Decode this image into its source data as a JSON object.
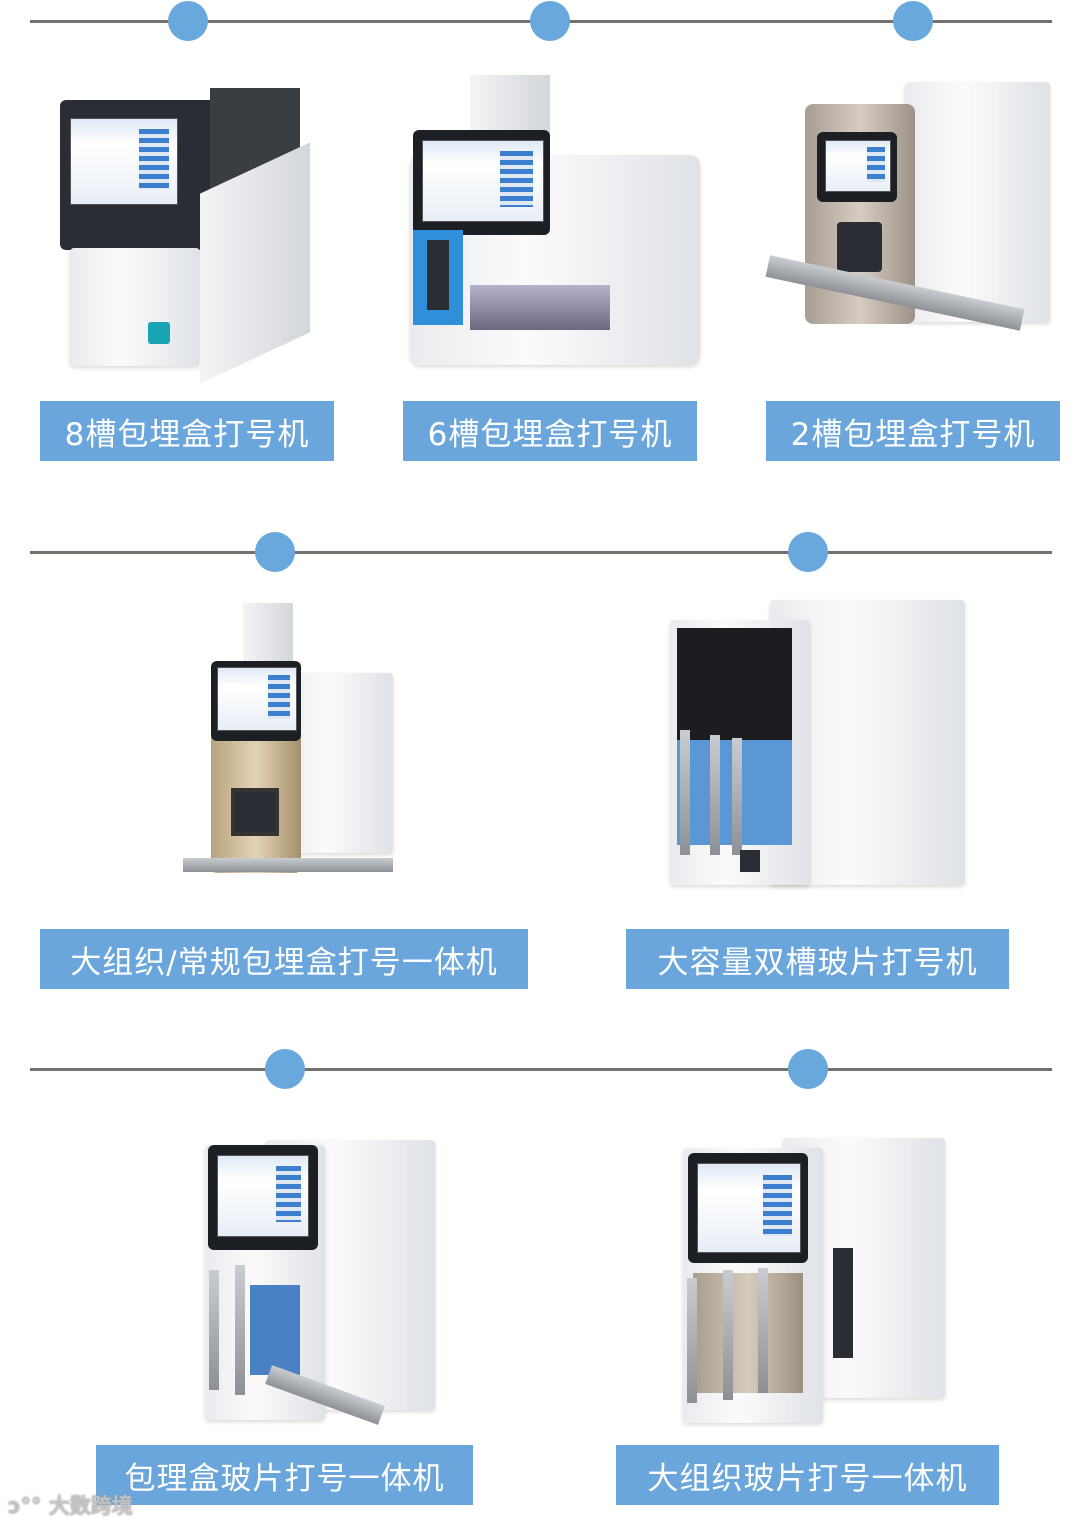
{
  "colors": {
    "accent": "#6aa6db",
    "divider": "#75706c"
  },
  "products": [
    {
      "label": "8槽包埋盒打号机"
    },
    {
      "label": "6槽包埋盒打号机"
    },
    {
      "label": "2槽包埋盒打号机"
    },
    {
      "label": "大组织/常规包埋盒打号一体机"
    },
    {
      "label": "大容量双槽玻片打号机"
    },
    {
      "label": "包理盒玻片打号一体机"
    },
    {
      "label": "大组织玻片打号一体机"
    }
  ],
  "watermark": {
    "text": "大数跨境"
  }
}
